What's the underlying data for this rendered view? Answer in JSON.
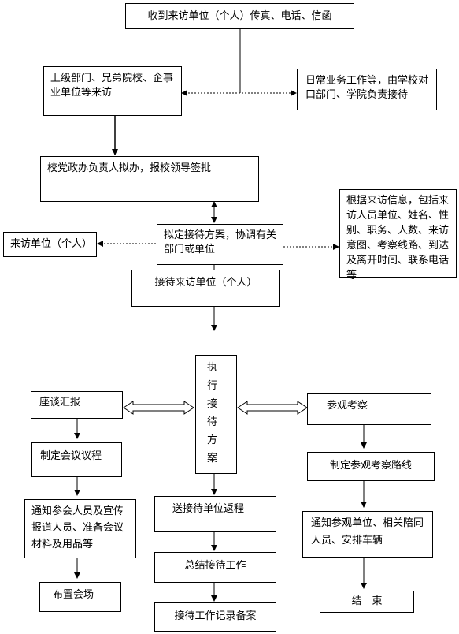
{
  "boxes": {
    "receive": "收到来访单位（个人）传真、电话、信函",
    "superior": "上级部门、兄弟院校、企事业单位等来访",
    "daily": "日常业务工作等，由学校对口部门、学院负责接待",
    "approve": "校党政办负责人拟办，报校领导签批",
    "plan": "拟定接待方案，协调有关部门或单位",
    "visitor": "来访单位（个人）",
    "info": "根据来访信息，包括来访人员单位、姓名、性别、职务、人数、来访意图、考察线路、到达及离开时间、联系电话等",
    "receive_visitor": "接待来访单位（个人）",
    "execute": "执行接待方案",
    "meeting": "座谈汇报",
    "agenda": "制定会议议程",
    "notify_meeting": "通知参会人员及宣传报道人员、准备会议材料及用品等",
    "venue": "布置会场",
    "tour": "参观考察",
    "route": "制定参观考察路线",
    "notify_tour": "通知参观单位、相关陪同人员、安排车辆",
    "end": "结　束",
    "send_back": "送接待单位返程",
    "summary": "总结接待工作",
    "record": "接待工作记录备案"
  }
}
